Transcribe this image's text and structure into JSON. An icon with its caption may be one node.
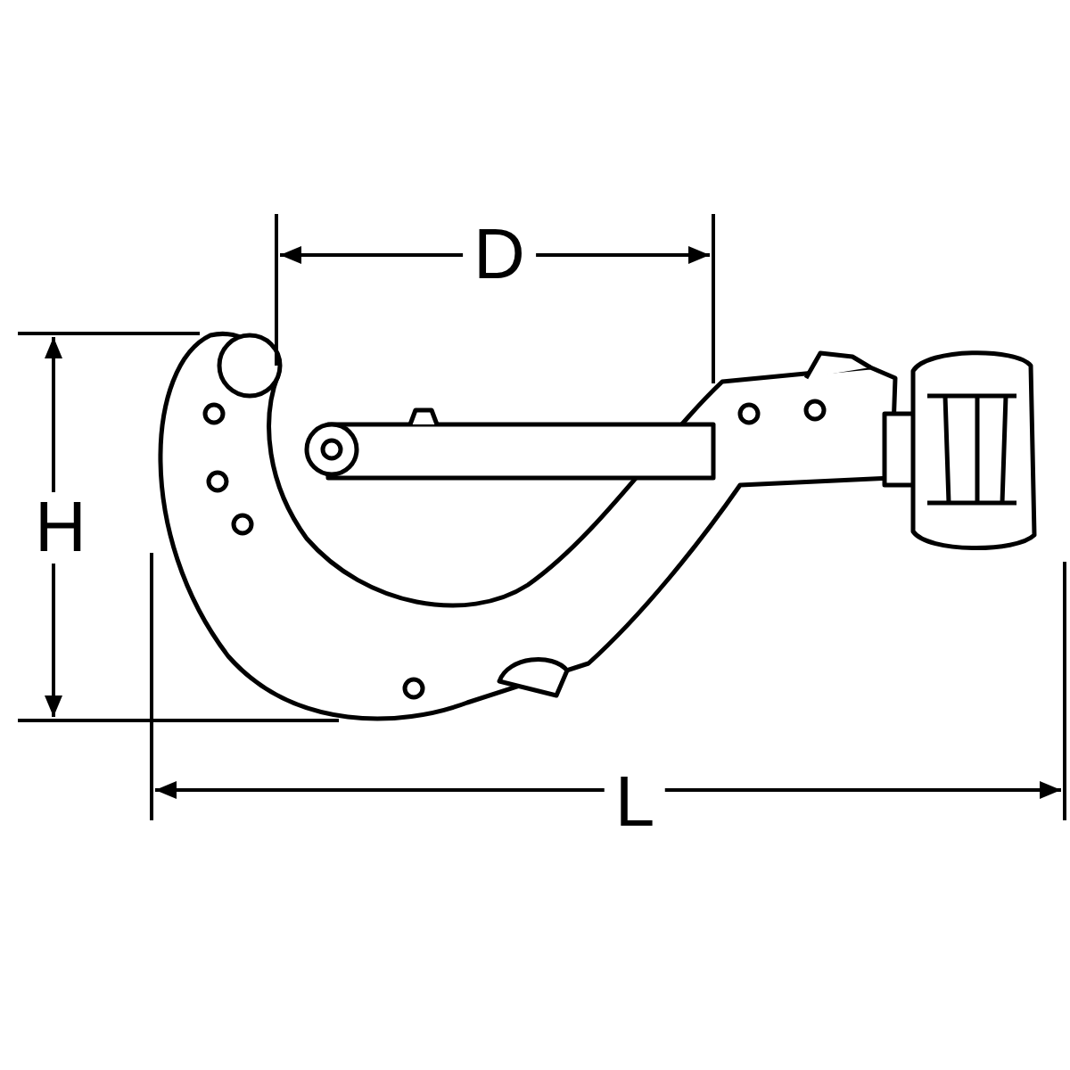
{
  "diagram": {
    "labels": [
      "D",
      "H",
      "L"
    ]
  }
}
